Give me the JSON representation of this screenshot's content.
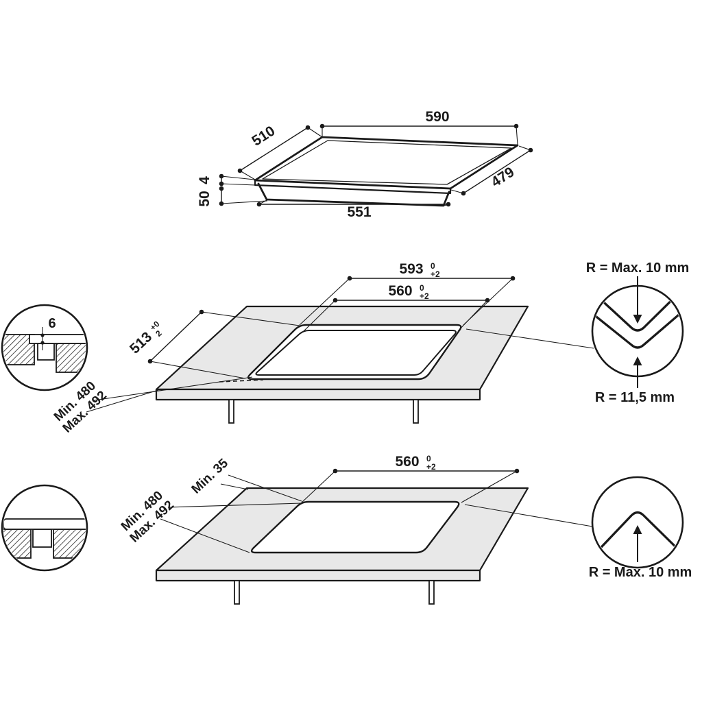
{
  "colors": {
    "line": "#1a1a1a",
    "worktop_fill": "#e8e8e8",
    "background": "#ffffff"
  },
  "hob_view": {
    "top_width": "590",
    "left_depth": "510",
    "rim_height": "4",
    "body_height": "50",
    "bottom_width": "551",
    "right_depth": "479"
  },
  "flush_view": {
    "outer_cut_width": {
      "value": "593",
      "tol_top": "0",
      "tol_bottom": "+2"
    },
    "inner_cut_width": {
      "value": "560",
      "tol_top": "0",
      "tol_bottom": "+2"
    },
    "cut_depth": {
      "value": "513",
      "tol_top": "+0",
      "tol_bottom": "2"
    },
    "front_min": "Min. 480",
    "front_max": "Max. 492",
    "rebate_depth": "6",
    "corner_radius_top": "R = Max. 10 mm",
    "corner_radius_bottom": "R = 11,5 mm"
  },
  "overmount_view": {
    "cut_width": {
      "value": "560",
      "tol_top": "0",
      "tol_bottom": "+2"
    },
    "front_min": "Min. 480",
    "front_max": "Max. 492",
    "wall_clearance": "Min. 35",
    "corner_radius": "R = Max. 10 mm"
  }
}
